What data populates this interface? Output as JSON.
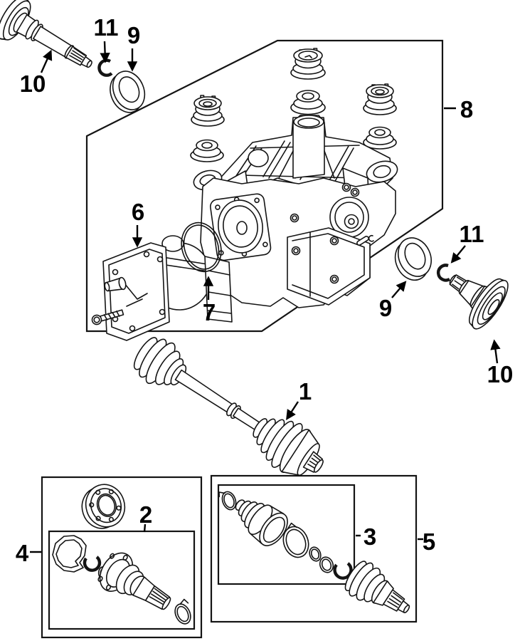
{
  "figure": {
    "type": "exploded-parts-diagram",
    "background_color": "#ffffff",
    "line_color": "#141414",
    "label_color": "#000000"
  },
  "callouts": {
    "axle_shaft": "1",
    "inner_joint": "2",
    "boot_kit": "3",
    "inner_joint_kit_box": "4",
    "outer_joint_kit_box": "5",
    "actuator": "6",
    "o_ring": "7",
    "differential_assembly": "8",
    "seal_left": "9",
    "seal_right": "9",
    "output_shaft_left": "10",
    "output_shaft_right": "10",
    "snap_ring_left": "11",
    "snap_ring_right": "11"
  }
}
